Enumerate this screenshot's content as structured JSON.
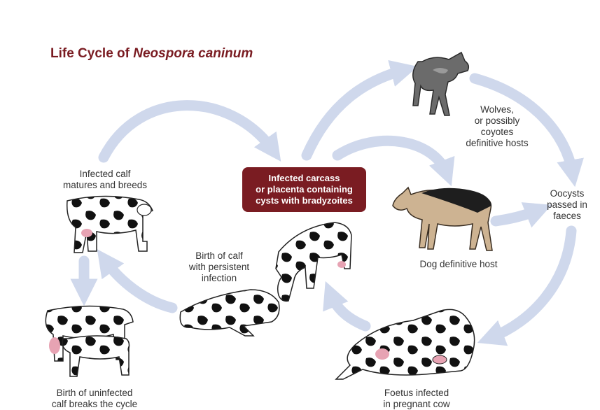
{
  "title": {
    "prefix": "Life Cycle of ",
    "species": "Neospora caninum"
  },
  "colors": {
    "title": "#7a1c22",
    "center_box": "#7a1c22",
    "arrow": "#cfd8ec"
  },
  "center": {
    "text": "Infected carcass\nor placenta containing\ncysts with bradyzoites"
  },
  "labels": {
    "wolves": "Wolves,\nor possibly\ncoyotes\ndefinitive hosts",
    "dog": "Dog definitive host",
    "oocysts": "Oocysts\npassed in\nfaeces",
    "foetus": "Foetus infected\nin pregnant cow",
    "persistent": "Birth of calf\nwith persistent\ninfection",
    "matures": "Infected calf\nmatures and breeds",
    "uninfected": "Birth of uninfected\ncalf breaks the cycle"
  },
  "icons": [
    "wolf-icon",
    "dog-icon",
    "cow-icon",
    "calf-icon",
    "pregnant-cow-icon",
    "cow-with-calf-icon"
  ]
}
